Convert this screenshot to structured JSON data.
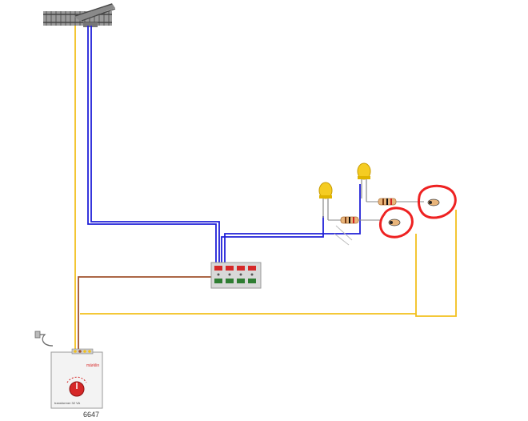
{
  "diagram": {
    "transformer_model": "6647",
    "transformer_brand": "märklin",
    "transformer_type": "transformer 32 VA",
    "colors": {
      "background": "#ffffff",
      "wire_yellow": "#f2c01d",
      "wire_blue": "#2020d8",
      "wire_brown": "#a0522d",
      "led_yellow": "#f5cc22",
      "highlight_red": "#ee2222",
      "track_gray": "#8a8a8a",
      "panel_button_red": "#d62828",
      "panel_button_green": "#2e7d32"
    },
    "icons": [
      "track-switch-icon",
      "led-icon",
      "resistor-icon",
      "control-panel-icon",
      "transformer-icon",
      "power-plug-icon"
    ]
  }
}
